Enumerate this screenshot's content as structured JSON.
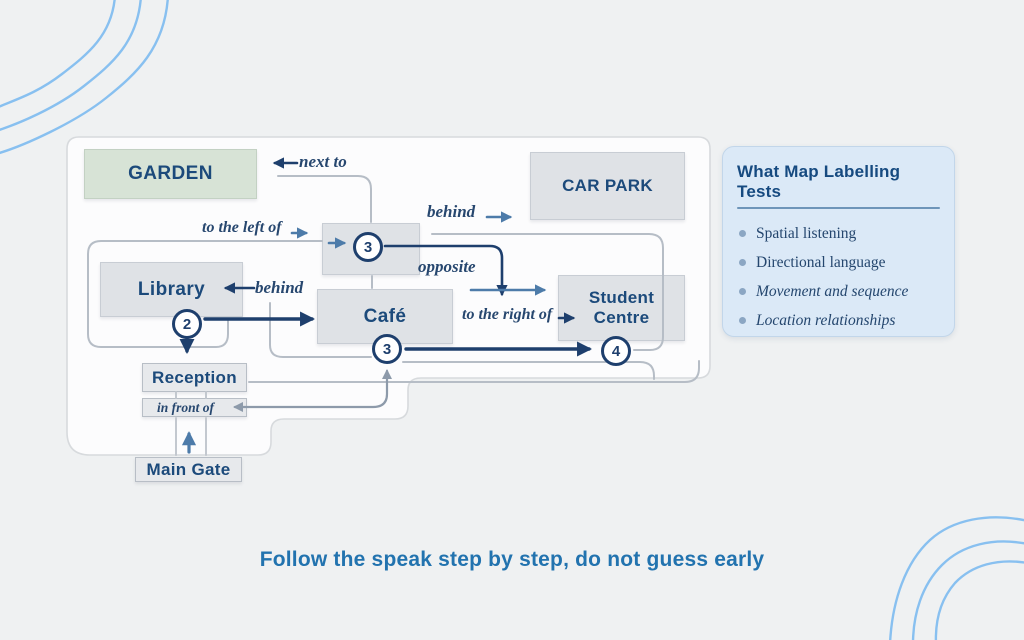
{
  "map": {
    "places": {
      "garden": "GARDEN",
      "car_park": "CAR PARK",
      "library": "Library",
      "cafe": "Café",
      "student_centre": "Student Centre",
      "reception": "Reception",
      "main_gate": "Main Gate"
    },
    "relations": {
      "next_to": "next to",
      "to_the_left_of": "to the left of",
      "behind_top": "behind",
      "opposite": "opposite",
      "behind_mid": "behind",
      "to_the_right_of": "to the right of",
      "in_front_of": "in front of"
    },
    "markers": {
      "two": "2",
      "three_a": "3",
      "three_b": "3",
      "four": "4"
    }
  },
  "sidebar": {
    "title": "What Map Labelling Tests",
    "bullets": [
      {
        "label": "Spatial listening"
      },
      {
        "label": "Directional language"
      },
      {
        "label": "Movement and sequence"
      },
      {
        "label": "Location relationships"
      }
    ]
  },
  "footer": {
    "caption": "Follow the speak step by step, do not guess early"
  },
  "colors": {
    "navy_text": "#1c4a7b",
    "navy_arrow": "#1e3f6d",
    "steel_blue_arrow": "#4d7ba9",
    "route_gray": "#b6bdc6",
    "garden_green": "#d7e3d6",
    "box_gray": "#dfe2e6",
    "panel_white": "#fcfcfd",
    "sidebar_blue": "#dbe9f7",
    "footer_blue": "#2273af",
    "wave_blue": "#88c0f0",
    "page_background": "#eff1f2"
  }
}
